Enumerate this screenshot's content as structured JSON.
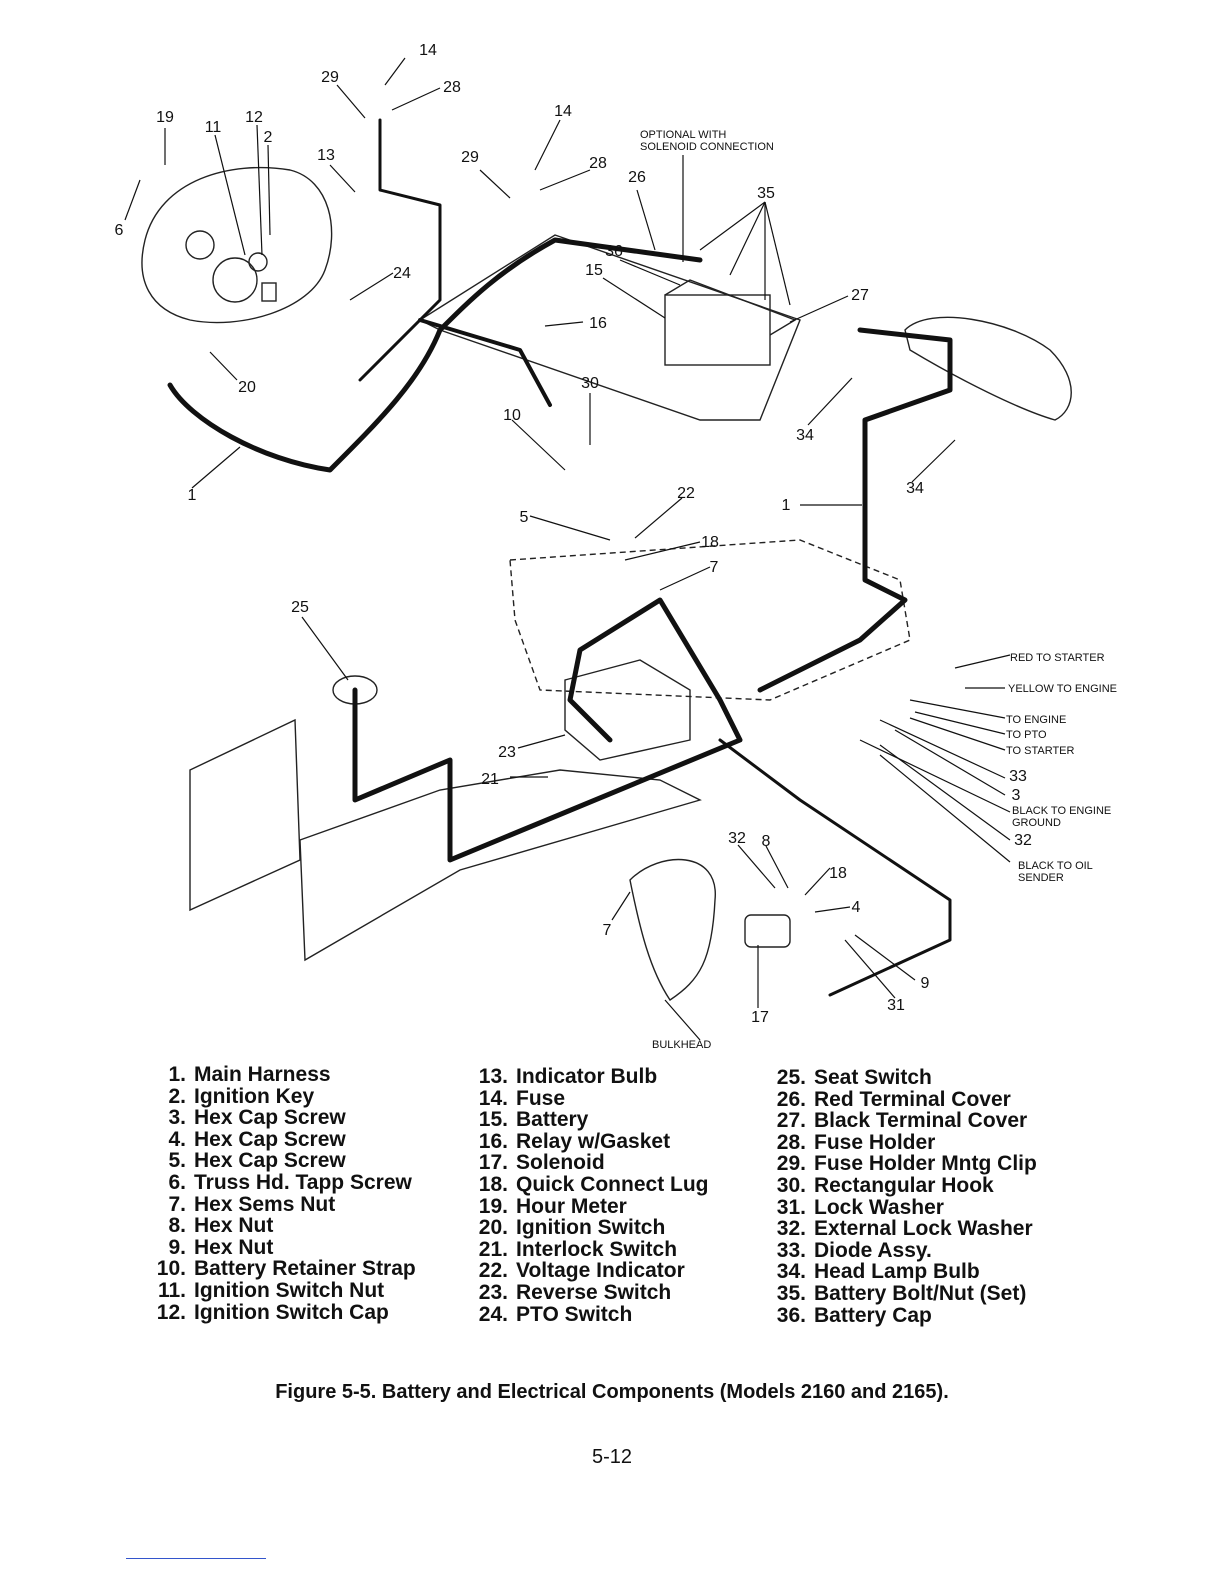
{
  "diagram": {
    "callouts": [
      "14",
      "29",
      "28",
      "19",
      "11",
      "12",
      "2",
      "13",
      "6",
      "14",
      "29",
      "28",
      "26",
      "35",
      "36",
      "15",
      "27",
      "24",
      "16",
      "20",
      "30",
      "10",
      "34",
      "34",
      "22",
      "1",
      "5",
      "18",
      "7",
      "1",
      "25",
      "23",
      "21",
      "32",
      "8",
      "18",
      "4",
      "7",
      "9",
      "31",
      "17",
      "33",
      "3",
      "32"
    ],
    "notes": {
      "optional": "OPTIONAL WITH",
      "solenoid": "SOLENOID CONNECTION",
      "red_starter": "RED TO STARTER",
      "yellow_engine": "YELLOW TO ENGINE",
      "to_engine": "TO ENGINE",
      "to_pto": "TO PTO",
      "to_starter": "TO STARTER",
      "black_engine_1": "BLACK TO ENGINE",
      "black_engine_2": "GROUND",
      "black_oil_1": "BLACK TO OIL",
      "black_oil_2": "SENDER",
      "bulkhead": "BULKHEAD"
    }
  },
  "parts": [
    [
      {
        "num": "1.",
        "name": "Main Harness"
      },
      {
        "num": "2.",
        "name": "Ignition Key"
      },
      {
        "num": "3.",
        "name": "Hex Cap Screw"
      },
      {
        "num": "4.",
        "name": "Hex Cap Screw"
      },
      {
        "num": "5.",
        "name": "Hex Cap Screw"
      },
      {
        "num": "6.",
        "name": "Truss Hd. Tapp Screw"
      },
      {
        "num": "7.",
        "name": "Hex Sems Nut"
      },
      {
        "num": "8.",
        "name": "Hex Nut"
      },
      {
        "num": "9.",
        "name": "Hex Nut"
      },
      {
        "num": "10.",
        "name": "Battery Retainer Strap"
      },
      {
        "num": "11.",
        "name": "Ignition Switch Nut"
      },
      {
        "num": "12.",
        "name": "Ignition Switch Cap"
      }
    ],
    [
      {
        "num": "13.",
        "name": "Indicator Bulb"
      },
      {
        "num": "14.",
        "name": "Fuse"
      },
      {
        "num": "15.",
        "name": "Battery"
      },
      {
        "num": "16.",
        "name": "Relay w/Gasket"
      },
      {
        "num": "17.",
        "name": "Solenoid"
      },
      {
        "num": "18.",
        "name": "Quick Connect Lug"
      },
      {
        "num": "19.",
        "name": "Hour Meter"
      },
      {
        "num": "20.",
        "name": "Ignition Switch"
      },
      {
        "num": "21.",
        "name": "Interlock Switch"
      },
      {
        "num": "22.",
        "name": "Voltage Indicator"
      },
      {
        "num": "23.",
        "name": "Reverse Switch"
      },
      {
        "num": "24.",
        "name": "PTO Switch"
      }
    ],
    [
      {
        "num": "25.",
        "name": "Seat Switch"
      },
      {
        "num": "26.",
        "name": "Red Terminal Cover"
      },
      {
        "num": "27.",
        "name": "Black Terminal Cover"
      },
      {
        "num": "28.",
        "name": "Fuse Holder"
      },
      {
        "num": "29.",
        "name": "Fuse Holder Mntg Clip"
      },
      {
        "num": "30.",
        "name": "Rectangular Hook"
      },
      {
        "num": "31.",
        "name": "Lock Washer"
      },
      {
        "num": "32.",
        "name": "External Lock Washer"
      },
      {
        "num": "33.",
        "name": "Diode Assy."
      },
      {
        "num": "34.",
        "name": "Head Lamp Bulb"
      },
      {
        "num": "35.",
        "name": "Battery Bolt/Nut (Set)"
      },
      {
        "num": "36.",
        "name": "Battery Cap"
      }
    ]
  ],
  "caption": "Figure 5-5. Battery and Electrical Components (Models 2160 and 2165).",
  "page_number": "5-12"
}
